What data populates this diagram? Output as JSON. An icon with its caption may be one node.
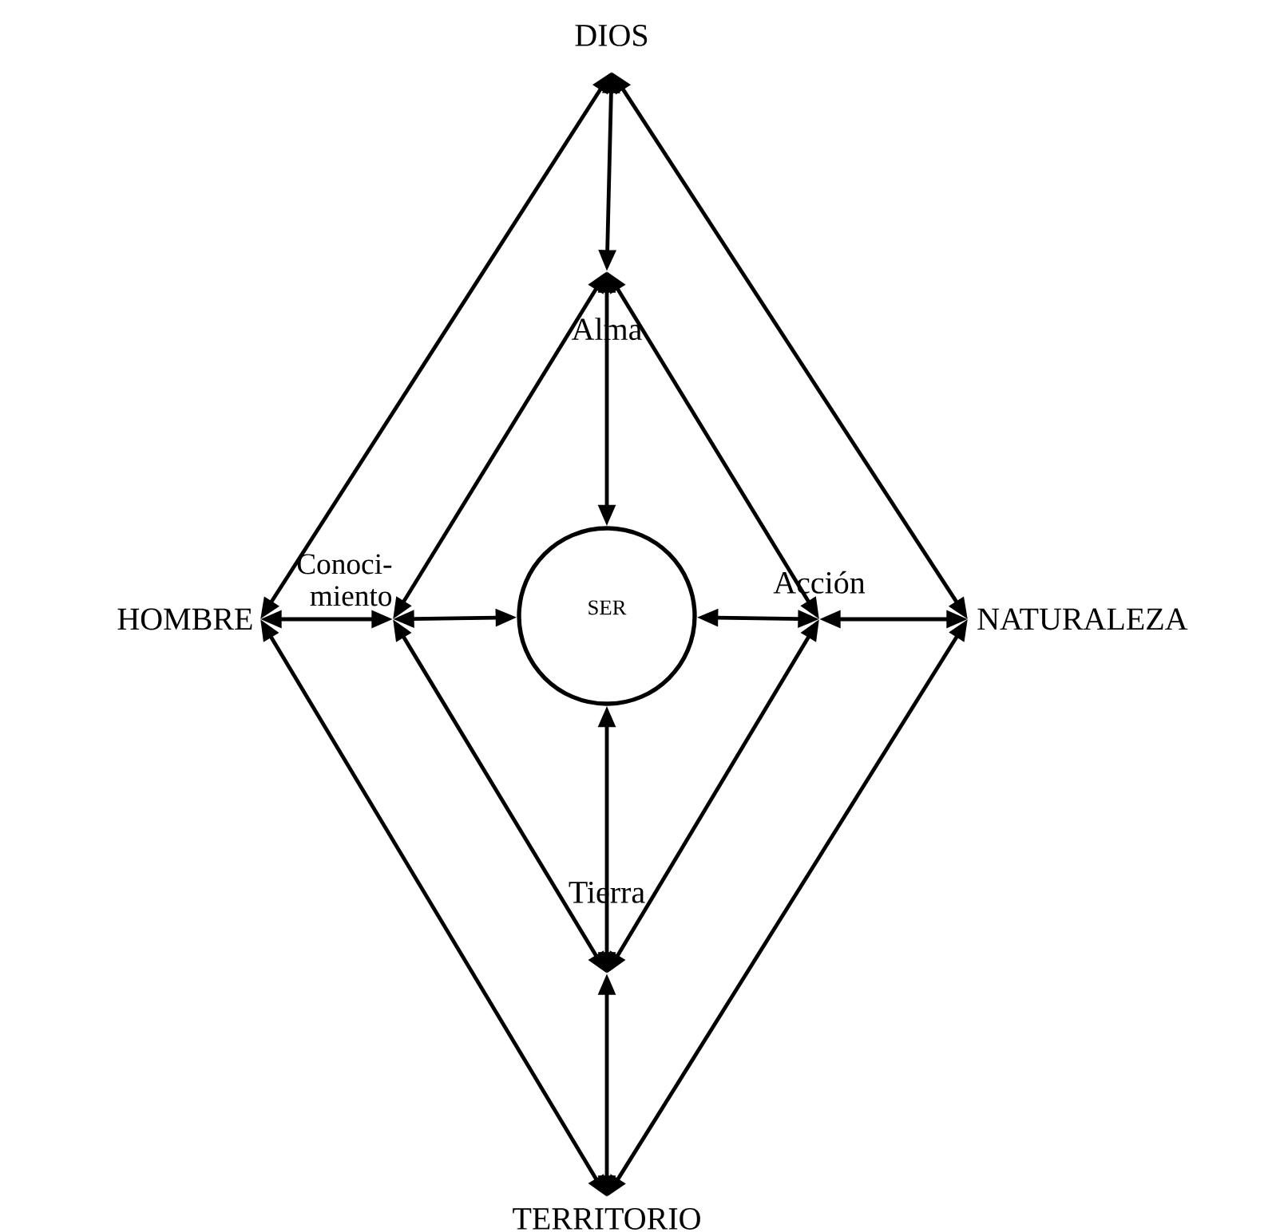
{
  "diagram": {
    "nodes": [
      {
        "text": [
          "DIOS"
        ]
      },
      {
        "text": [
          "HOMBRE"
        ]
      },
      {
        "text": [
          "NATURALEZA"
        ]
      },
      {
        "text": [
          "TERRITORIO"
        ]
      },
      {
        "text": [
          "Alma"
        ]
      },
      {
        "text": [
          "Conoci- miento"
        ]
      },
      {
        "text": [
          "Acción"
        ]
      },
      {
        "text": [
          "Tierra"
        ]
      },
      {
        "text": [
          "SER"
        ]
      }
    ],
    "edges": [
      {
        "from": 0,
        "to": 1,
        "arrow": "both"
      },
      {
        "from": 0,
        "to": 2,
        "arrow": "both"
      },
      {
        "from": 0,
        "to": 4,
        "arrow": "both"
      },
      {
        "from": 4,
        "to": 5,
        "arrow": "both"
      },
      {
        "from": 4,
        "to": 6,
        "arrow": "both"
      },
      {
        "from": 4,
        "to": 8,
        "arrow": "both"
      },
      {
        "from": 1,
        "to": 5,
        "arrow": "both"
      },
      {
        "from": 5,
        "to": 8,
        "arrow": "both"
      },
      {
        "from": 8,
        "to": 6,
        "arrow": "both"
      },
      {
        "from": 6,
        "to": 2,
        "arrow": "both"
      },
      {
        "from": 1,
        "to": 3,
        "arrow": "both"
      },
      {
        "from": 5,
        "to": 7,
        "arrow": "both"
      },
      {
        "from": 8,
        "to": 7,
        "arrow": "both"
      },
      {
        "from": 6,
        "to": 7,
        "arrow": "both"
      },
      {
        "from": 2,
        "to": 3,
        "arrow": "both"
      },
      {
        "from": 7,
        "to": 3,
        "arrow": "both"
      }
    ]
  }
}
